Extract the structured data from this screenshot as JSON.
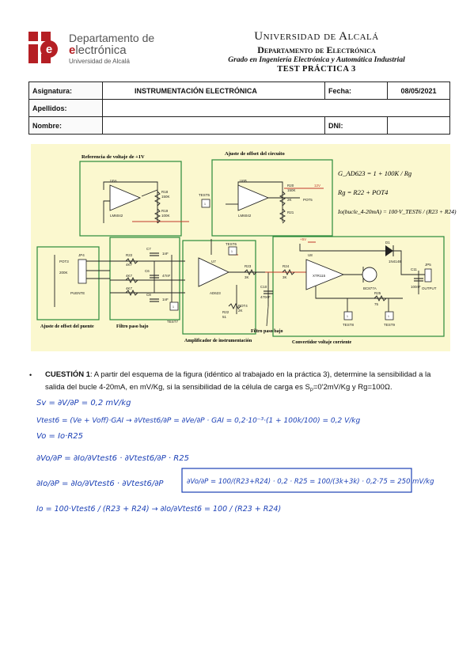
{
  "header": {
    "dept_line1": "Departamento de",
    "dept_line2_prefix": "",
    "dept_line2_e": "e",
    "dept_line2_rest": "lectrónica",
    "dept_line3": "Universidad de Alcalá",
    "university": "Universidad de Alcalá",
    "department": "Departamento de Electrónica",
    "degree": "Grado en Ingeniería Electrónica y Automática Industrial",
    "test_title": "TEST PRÁCTICA 3"
  },
  "info_table": {
    "asignatura_label": "Asignatura:",
    "asignatura_value": "INSTRUMENTACIÓN ELECTRÓNICA",
    "fecha_label": "Fecha:",
    "fecha_value": "08/05/2021",
    "apellidos_label": "Apellidos:",
    "apellidos_value": "",
    "nombre_label": "Nombre:",
    "nombre_value": "",
    "dni_label": "DNI:",
    "dni_value": ""
  },
  "schematic": {
    "block_voltage_ref": "Referencia de voltaje de +1V",
    "block_offset_adjust": "Ajuste de offset del circuito",
    "block_bridge_offset": "Ajuste de offset del puente",
    "block_lowpass": "Filtro paso bajo",
    "block_inamp": "Amplificador de instrumentación",
    "block_lowpass2": "Filtro paso bajo",
    "block_converter": "Convertidor voltaje corriente",
    "formula_gain": "G_AD623 = 1 + 100K / Rg",
    "formula_rg": "Rg = R22 + POT4",
    "formula_io": "Io(bucle_4-20mA) = 100·V_TEST6 / (R23 + R24)",
    "labels": {
      "u6a": "U6A",
      "lm6042_1": "LM6042",
      "r18": "R18",
      "r18v": "150K",
      "r19": "R19",
      "r19v": "100K",
      "u6b": "U6B",
      "lm6042_2": "LM6042",
      "test5": "TEST5",
      "r20": "R20",
      "r20v": "150K",
      "pot5": "POT5",
      "pot5v": "2K",
      "r21": "R21",
      "jp4": "JP4",
      "pot3": "POT3",
      "pot3v": "200K",
      "puente": "PUENTE",
      "c7": "C7",
      "c7v": "1nF",
      "c6": "C6",
      "c6v": "47nF",
      "c8": "C8",
      "c8v": "1nF",
      "r22a": "R22",
      "r22av": "4K7",
      "r22b": "4K7",
      "r22c": "4K7",
      "test6": "TEST6",
      "ad623": "AD623",
      "u7": "U7",
      "pot4": "POT4",
      "pot4v": "2K",
      "r22": "R22",
      "r22v": "51",
      "test7": "TEST7",
      "r23": "R23",
      "r23v": "3K",
      "c10": "C10",
      "c10v": "470nF",
      "r24": "R24",
      "r24v": "3K",
      "u8": "U8",
      "xtr115": "XTR115",
      "d1": "D1",
      "d1v": "1N4148",
      "q1": "BC877A",
      "c11": "C11",
      "c11v": "100nF",
      "r25": "R25",
      "r25v": "75",
      "test8": "TEST8",
      "test9": "TEST9",
      "jp5": "JP5",
      "output": "OUTPUT",
      "v5": "+5V",
      "v12": "12V"
    }
  },
  "question": {
    "bullet": "•",
    "label": "CUESTIÓN 1",
    "text": ": A partir del esquema de la figura (idéntico al trabajado en la práctica 3), determine la sensibilidad a la salida del bucle 4-20mA, en mV/Kg, si la sensibilidad de la célula de carga es S",
    "subscript": "P",
    "text_end": "=0'2mV/Kg y Rg=100Ω."
  },
  "handwriting": {
    "line1": "Sv = ∂V/∂P = 0,2 mV/kg",
    "line2": "Vtest6 = (Ve + Voff)·GAI → ∂Vtest6/∂P = ∂Ve/∂P · GAI = 0,2·10⁻³·(1 + 100k/100) = 0,2 V/kg",
    "line3": "Vo = Io·R25",
    "line4": "∂Vo/∂P = ∂Io/∂Vtest6 · ∂Vtest6/∂P · R25",
    "line5": "∂Io/∂P = ∂Io/∂Vtest6 · ∂Vtest6/∂P",
    "line6": "Io = 100·Vtest6 / (R23 + R24) → ∂Io/∂Vtest6 = 100 / (R23 + R24)",
    "boxed": "∂Vo/∂P = 100/(R23+R24) · 0,2 · R25 = 100/(3k+3k) · 0,2·75 = 250 mV/kg"
  }
}
